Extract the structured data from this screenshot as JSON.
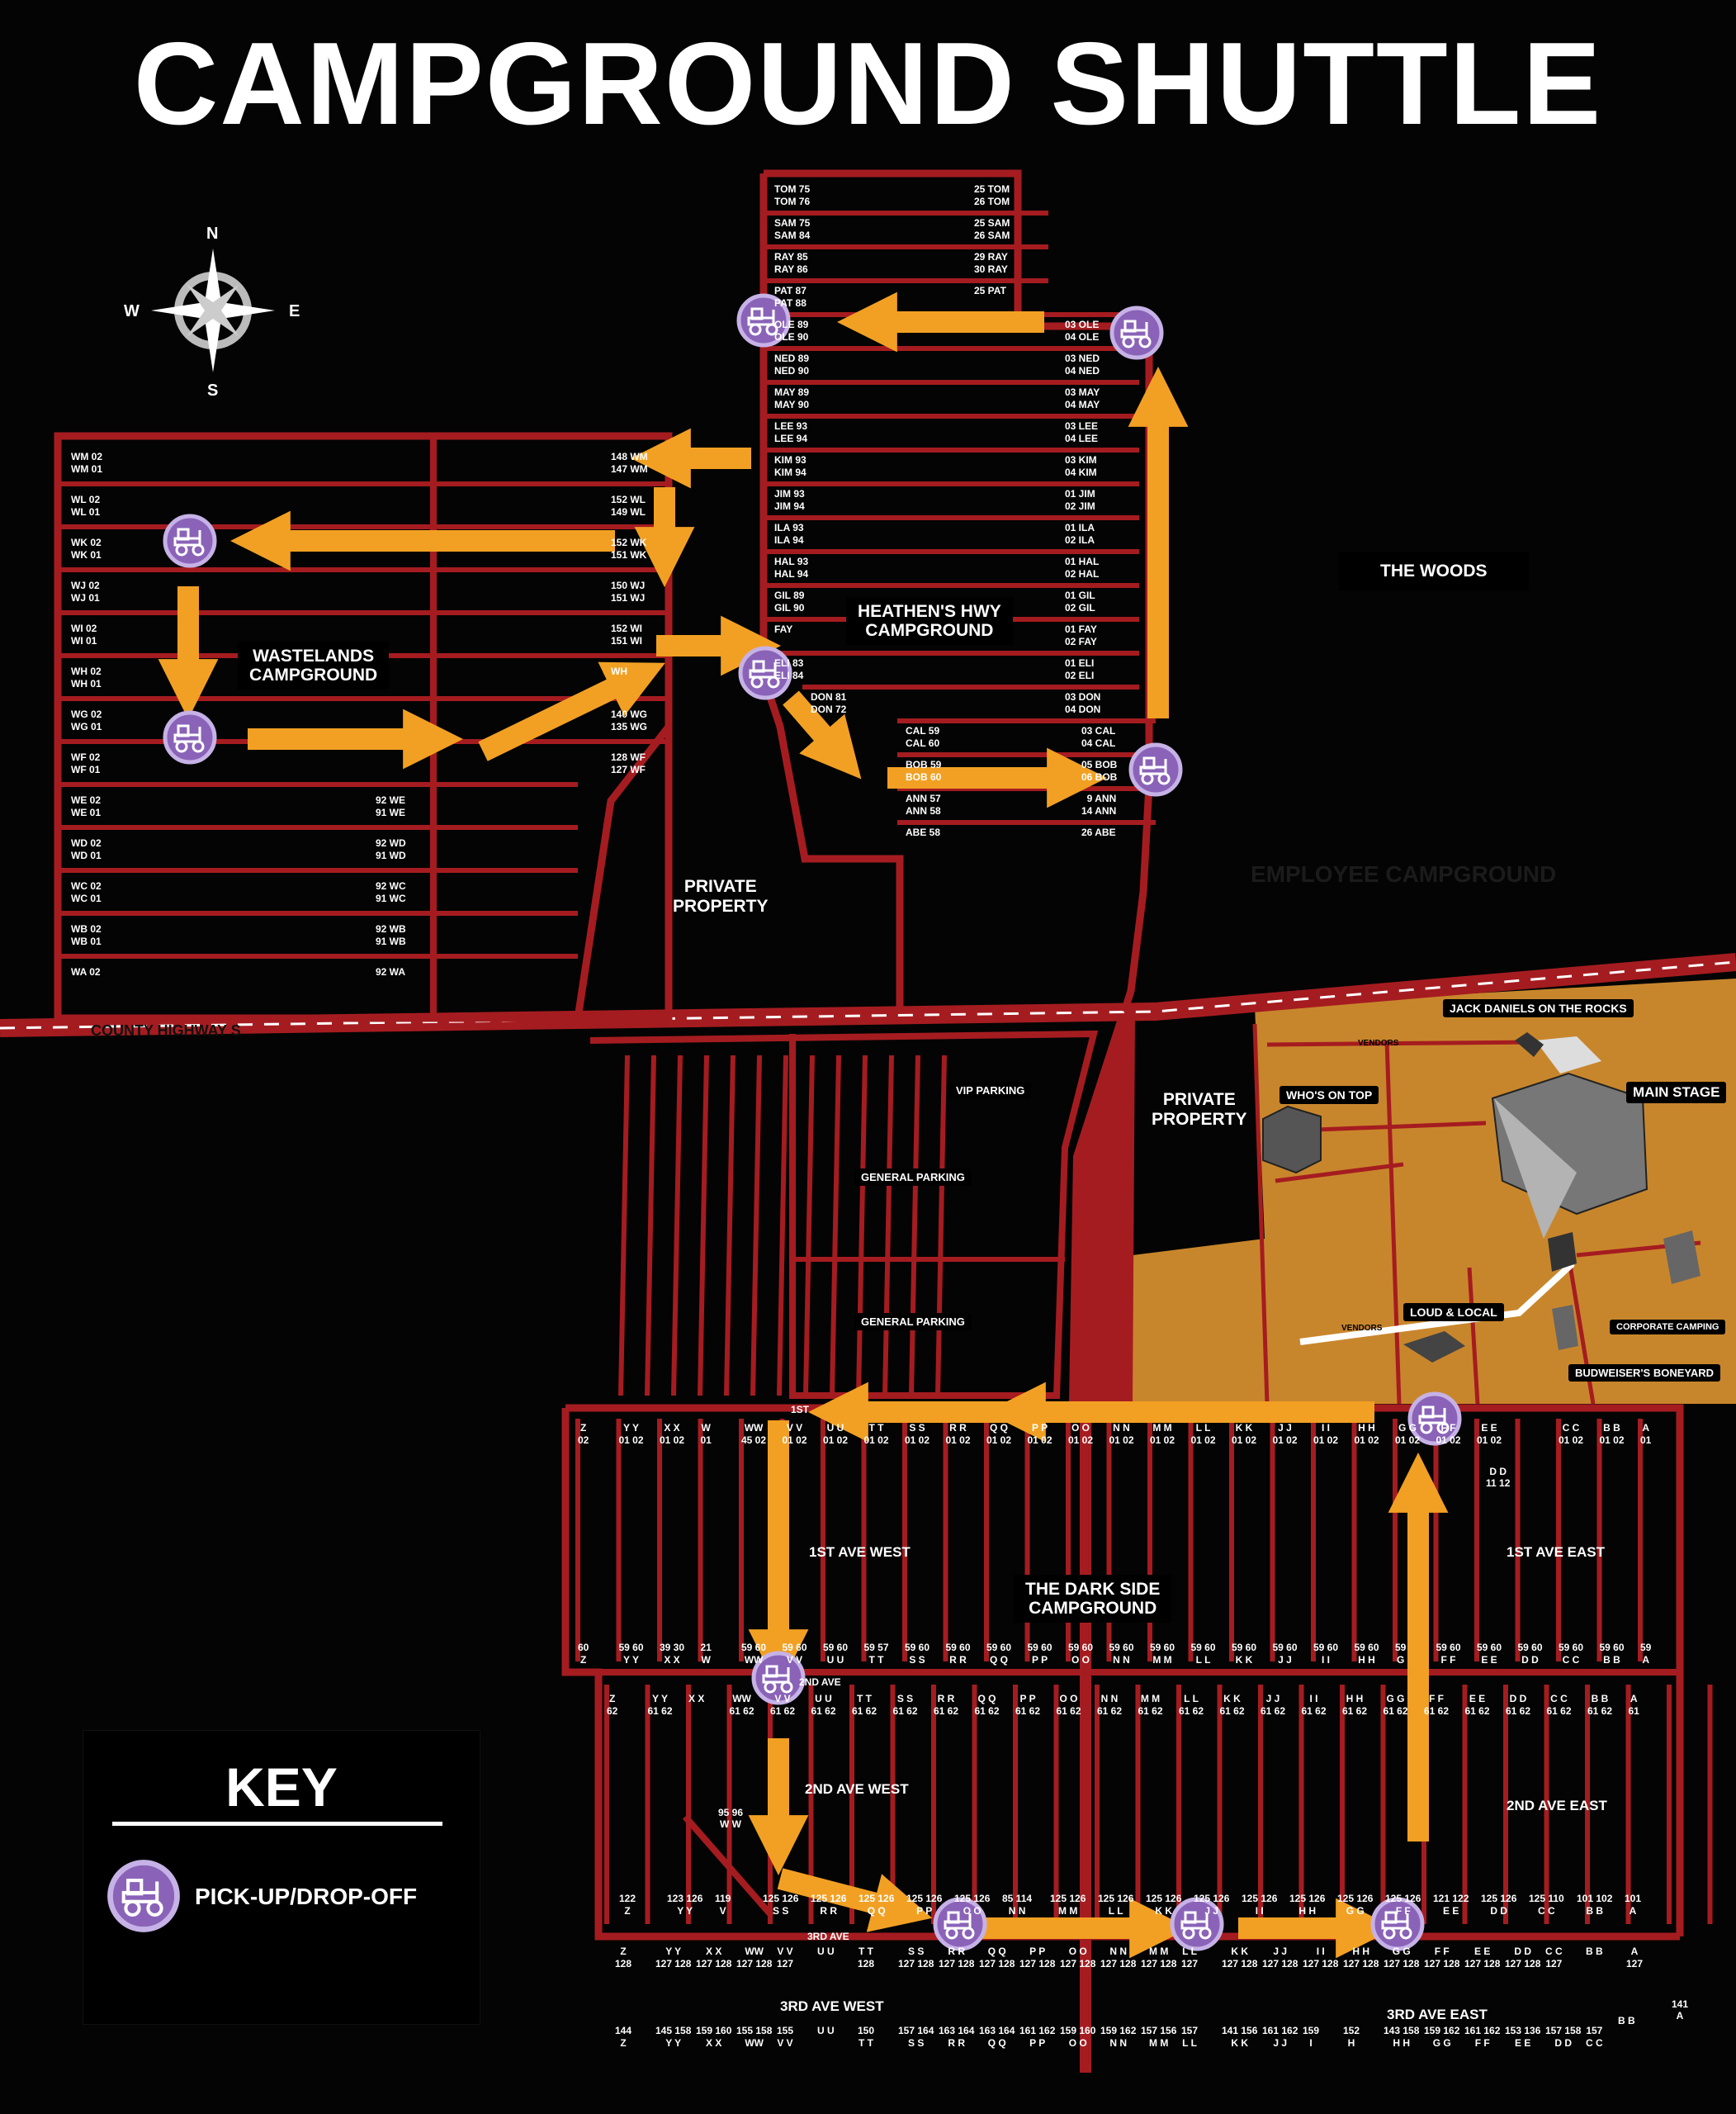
{
  "title": "CAMPGROUND SHUTTLE",
  "compass": {
    "n": "N",
    "s": "S",
    "e": "E",
    "w": "W"
  },
  "regions": {
    "wastelands": "WASTELANDS\nCAMPGROUND",
    "heathens": "HEATHEN'S HWY\nCAMPGROUND",
    "woods": "THE WOODS",
    "employee": "EMPLOYEE CAMPGROUND",
    "private1": "PRIVATE\nPROPERTY",
    "private2": "PRIVATE\nPROPERTY",
    "darkside": "THE DARK SIDE\nCAMPGROUND",
    "highway": "COUNTY HIGHWAY S"
  },
  "parking": {
    "vip": "VIP PARKING",
    "general1": "GENERAL PARKING",
    "general2": "GENERAL PARKING"
  },
  "venue": {
    "jack": "JACK DANIELS ON THE ROCKS",
    "who": "WHO'S ON TOP",
    "main": "MAIN STAGE",
    "loud": "LOUD & LOCAL",
    "corp": "CORPORATE CAMPING",
    "bud": "BUDWEISER'S BONEYARD",
    "vendors1": "VENDORS",
    "vendors2": "VENDORS"
  },
  "avenues": {
    "first_west": "1ST AVE WEST",
    "first_east": "1ST AVE EAST",
    "second_west": "2ND AVE WEST",
    "second_east": "2ND AVE EAST",
    "third_west": "3RD AVE WEST",
    "third_east": "3RD AVE EAST",
    "second_road": "2ND AVE",
    "third_road": "3RD AVE",
    "first_road": "1ST"
  },
  "heathens_rows": [
    [
      "TOM 75\nTOM 76",
      "25 TOM\n26 TOM"
    ],
    [
      "SAM 75\nSAM 84",
      "25 SAM\n26 SAM"
    ],
    [
      "RAY 85\nRAY 86",
      "29 RAY\n30 RAY"
    ],
    [
      "PAT 87\nPAT 88",
      "25 PAT"
    ],
    [
      "OLE 89\nOLE 90",
      "03 OLE\n04 OLE"
    ],
    [
      "NED 89\nNED 90",
      "03 NED\n04 NED"
    ],
    [
      "MAY 89\nMAY 90",
      "03 MAY\n04 MAY"
    ],
    [
      "LEE 93\nLEE 94",
      "03 LEE\n04 LEE"
    ],
    [
      "KIM 93\nKIM 94",
      "03 KIM\n04 KIM"
    ],
    [
      "JIM 93\nJIM 94",
      "01 JIM\n02 JIM"
    ],
    [
      "ILA 93\nILA 94",
      "01 ILA\n02 ILA"
    ],
    [
      "HAL 93\nHAL 94",
      "01 HAL\n02 HAL"
    ],
    [
      "GIL 89\nGIL 90",
      "01 GIL\n02 GIL"
    ],
    [
      "FAY",
      "01 FAY\n02 FAY"
    ],
    [
      "ELI 83\nELI 84",
      "01 ELI\n02 ELI"
    ],
    [
      "DON 81\nDON 72",
      "03 DON\n04 DON"
    ],
    [
      "CAL 59\nCAL 60",
      "03 CAL\n04 CAL"
    ],
    [
      "BOB 59\nBOB 60",
      "05 BOB\n06 BOB"
    ],
    [
      "ANN 57\nANN 58",
      "9 ANN\n14 ANN"
    ],
    [
      "ABE 58",
      "26 ABE"
    ]
  ],
  "wastelands_rows": [
    [
      "WM 02\nWM 01",
      "148 WM\n147 WM"
    ],
    [
      "WL 02\nWL 01",
      "152 WL\n149 WL"
    ],
    [
      "WK 02\nWK 01",
      "152 WK\n151 WK"
    ],
    [
      "WJ 02\nWJ 01",
      "150 WJ\n151 WJ"
    ],
    [
      "WI 02\nWI 01",
      "152 WI\n151 WI"
    ],
    [
      "WH 02\nWH 01",
      "WH"
    ],
    [
      "WG 02\nWG 01",
      "140 WG\n135 WG"
    ],
    [
      "WF 02\nWF 01",
      "128 WF\n127 WF"
    ],
    [
      "WE 02\nWE 01",
      "92 WE\n91 WE"
    ],
    [
      "WD 02\nWD 01",
      "92 WD\n91 WD"
    ],
    [
      "WC 02\nWC 01",
      "92 WC\n91 WC"
    ],
    [
      "WB 02\nWB 01",
      "92 WB\n91 WB"
    ],
    [
      "WA 02",
      "92 WA"
    ]
  ],
  "darkside_top": [
    "Z\n02",
    "Y Y\n01 02",
    "X X\n01 02",
    "W\n01",
    "WW\n45 02",
    "V V\n01 02",
    "U U\n01 02",
    "T T\n01 02",
    "S S\n01 02",
    "R R\n01 02",
    "Q Q\n01 02",
    "P P\n01 02",
    "O O\n01 02",
    "N N\n01 02",
    "M M\n01 02",
    "L L\n01 02",
    "K K\n01 02",
    "J J\n01 02",
    "I I\n01 02",
    "H H\n01 02",
    "G G\n01 02",
    "F F\n01 02",
    "E E\n01 02",
    "",
    "C C\n01 02",
    "B B\n01 02",
    "A\n01"
  ],
  "darkside_mid": [
    "60\nZ",
    "59 60\nY Y",
    "39 30\nX X",
    "21\nW",
    "59 60\nWW",
    "59 60\nV V",
    "59 60\nU U",
    "59 57\nT T",
    "59 60\nS S",
    "59 60\nR R",
    "59 60\nQ Q",
    "59 60\nP P",
    "59 60\nO O",
    "59 60\nN N",
    "59 60\nM M",
    "59 60\nL L",
    "59 60\nK K",
    "59 60\nJ J",
    "59 60\nI I",
    "59 60\nH H",
    "59\nG",
    "59 60\nF F",
    "59 60\nE E",
    "59 60\nD D",
    "59 60\nC C",
    "59 60\nB B",
    "59\nA"
  ],
  "darkside_low": [
    "Z\n62",
    "Y Y\n61 62",
    "X X",
    "WW\n61 62",
    "V V\n61 62",
    "U U\n61 62",
    "T T\n61 62",
    "S S\n61 62",
    "R R\n61 62",
    "Q Q\n61 62",
    "P P\n61 62",
    "O O\n61 62",
    "N N\n61 62",
    "M M\n61 62",
    "L L\n61 62",
    "K K\n61 62",
    "J J\n61 62",
    "I I\n61 62",
    "H H\n61 62",
    "G G\n61 62",
    "F F\n61 62",
    "E E\n61 62",
    "D D\n61 62",
    "C C\n61 62",
    "B B\n61 62",
    "A\n61"
  ],
  "darkside_3rd": [
    "122\nZ",
    "123 126\nY Y",
    "119\nV",
    "125 126\nS S",
    "125 126\nR R",
    "125 126\nQ Q",
    "125 126\nP P",
    "125 126\nO O",
    "85 114\nN N",
    "125 126\nM M",
    "125 126\nL L",
    "125 126\nK K",
    "125 126\nJ J",
    "125 126\nI I",
    "125 126\nH H",
    "125 126\nG G",
    "125 126\nF F",
    "121 122\nE E",
    "125 126\nD D",
    "125 110\nC C",
    "101 102\nB B",
    "101\nA"
  ],
  "darkside_bottom": [
    "Z\n128",
    "Y Y\n127 128",
    "X X\n127 128",
    "WW\n127 128",
    "V V\n127",
    "U U",
    "T T\n128",
    "S S\n127 128",
    "R R\n127 128",
    "Q Q\n127 128",
    "P P\n127 128",
    "O O\n127 128",
    "N N\n127 128",
    "M M\n127 128",
    "L L\n127",
    "K K\n127 128",
    "J J\n127 128",
    "I I\n127 128",
    "H H\n127 128",
    "G G\n127 128",
    "F F\n127 128",
    "E E\n127 128",
    "D D\n127 128",
    "C C\n127",
    "B B",
    "A\n127"
  ],
  "darkside_end": [
    "144\nZ",
    "145 158\nY Y",
    "159 160\nX X",
    "155 158\nWW",
    "155\nV V",
    "U U",
    "150\nT T",
    "157 164\nS S",
    "163 164\nR R",
    "163 164\nQ Q",
    "161 162\nP P",
    "159 160\nO O",
    "159 162\nN N",
    "157 156\nM M",
    "157\nL L",
    "141 156\nK K",
    "161 162\nJ J",
    "159\nI",
    "152\nH",
    "143 158\nH H",
    "159 162\nG G",
    "161 162\nF F",
    "153 136\nE E",
    "157 158\nD D",
    "157\nC C"
  ],
  "extra_labels": {
    "dd": "D D\n11 12",
    "w9596": "95 96\nW W",
    "bb_bottom": "B B",
    "a141": "141\nA"
  },
  "key": {
    "title": "KEY",
    "pickup": "PICK-UP/DROP-OFF"
  },
  "colors": {
    "road": "#a51c20",
    "arrow": "#f2a023",
    "stop": "#8a63b8",
    "venue": "#c8862c"
  }
}
